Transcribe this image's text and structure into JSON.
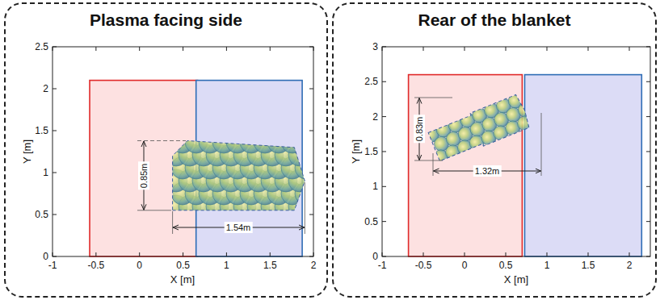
{
  "diagram": {
    "nodes": [
      {
        "text": [
          "Plasma facing side"
        ]
      },
      {
        "text": [
          "Rear of the blanket"
        ]
      }
    ],
    "labels": [
      "0",
      "0.5",
      "1",
      "1.5",
      "2",
      "2.5",
      "-1",
      "-0.5",
      "0",
      "0.5",
      "1",
      "1.5",
      "2",
      "X [m]",
      "Y [m]",
      "0.85m",
      "1.54m",
      "0",
      "0.5",
      "1",
      "1.5",
      "2",
      "2.5",
      "3",
      "-1",
      "-0.5",
      "0",
      "0.5",
      "1",
      "1.5",
      "2",
      "X [m]",
      "Y [m]",
      "0.83m",
      "1.32m"
    ]
  }
}
